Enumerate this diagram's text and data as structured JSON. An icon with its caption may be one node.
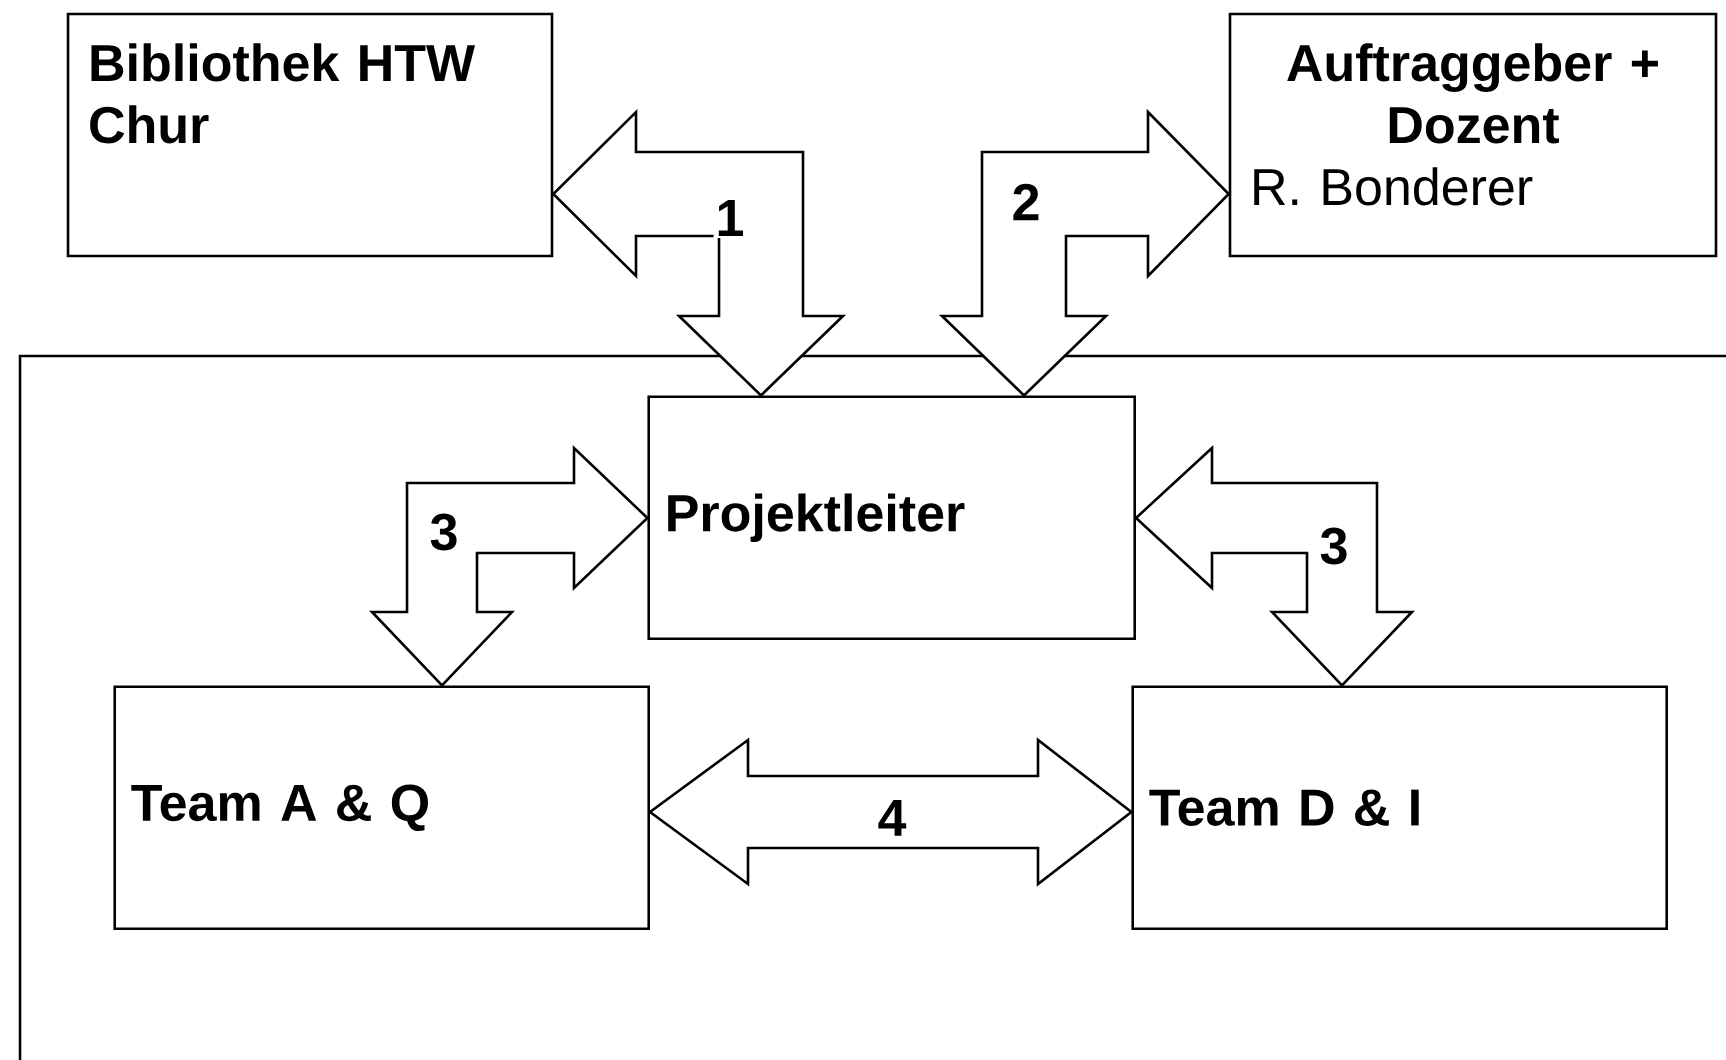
{
  "diagram": {
    "nodes": [
      {
        "text": [
          "Bibliothek HTW Chur"
        ]
      },
      {
        "text": [
          "Auftraggeber + Dozent",
          "R. Bonderer"
        ]
      },
      {
        "text": [],
        "shape": "box"
      },
      {
        "text": [
          "Projektleiter"
        ],
        "in": 2
      },
      {
        "text": [
          "Team A & Q"
        ],
        "in": 2
      },
      {
        "text": [
          "Team D & I"
        ],
        "in": 2
      }
    ],
    "edges": [
      {
        "from": 0,
        "to": 3,
        "arrow": "both",
        "label": "1"
      },
      {
        "from": 1,
        "to": 3,
        "arrow": "both",
        "label": "2"
      },
      {
        "from": 3,
        "to": 4,
        "arrow": "both",
        "label": "3"
      },
      {
        "from": 3,
        "to": 5,
        "arrow": "both",
        "label": "3"
      },
      {
        "from": 4,
        "to": 5,
        "arrow": "both",
        "label": "4"
      }
    ]
  }
}
